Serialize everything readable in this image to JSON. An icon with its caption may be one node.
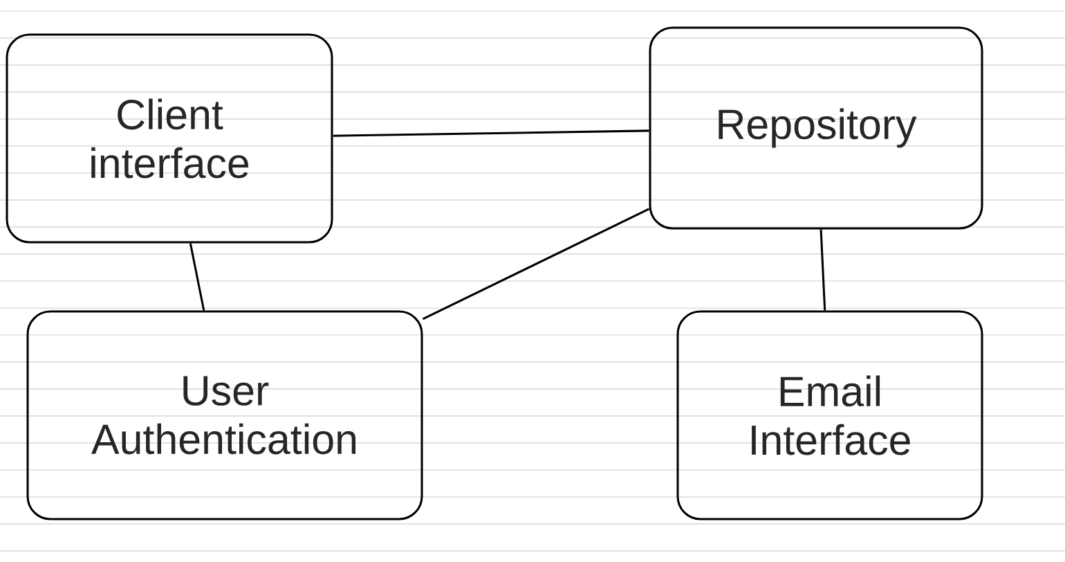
{
  "diagram": {
    "nodes": [
      {
        "text": [
          "Client interface"
        ]
      },
      {
        "text": [
          "Repository"
        ]
      },
      {
        "text": [
          "User Authentication"
        ]
      },
      {
        "text": [
          "Email Interface"
        ]
      }
    ],
    "edges": [
      {
        "from": 0,
        "to": 1,
        "arrow": "none"
      },
      {
        "from": 0,
        "to": 2,
        "arrow": "none"
      },
      {
        "from": 2,
        "to": 1,
        "arrow": "none"
      },
      {
        "from": 1,
        "to": 3,
        "arrow": "none"
      }
    ]
  }
}
